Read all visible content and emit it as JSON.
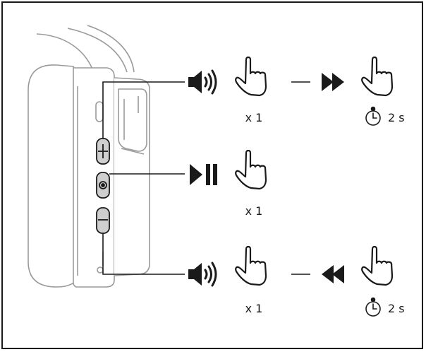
{
  "rows": [
    {
      "id": "volume-up",
      "press_count": "x 1",
      "alt_hold": "2 s"
    },
    {
      "id": "play-pause",
      "press_count": "x 1"
    },
    {
      "id": "volume-down",
      "press_count": "x 1",
      "alt_hold": "2 s"
    }
  ],
  "icons": {
    "volume": "speaker-icon",
    "play_pause": "play-pause-icon",
    "forward": "fast-forward-icon",
    "rewind": "rewind-icon",
    "tap": "hand-tap-icon",
    "timer": "stopwatch-icon"
  },
  "colors": {
    "ink": "#1a1a1a",
    "device": "#9a9a9a",
    "button_fill": "#cfcfcf"
  }
}
